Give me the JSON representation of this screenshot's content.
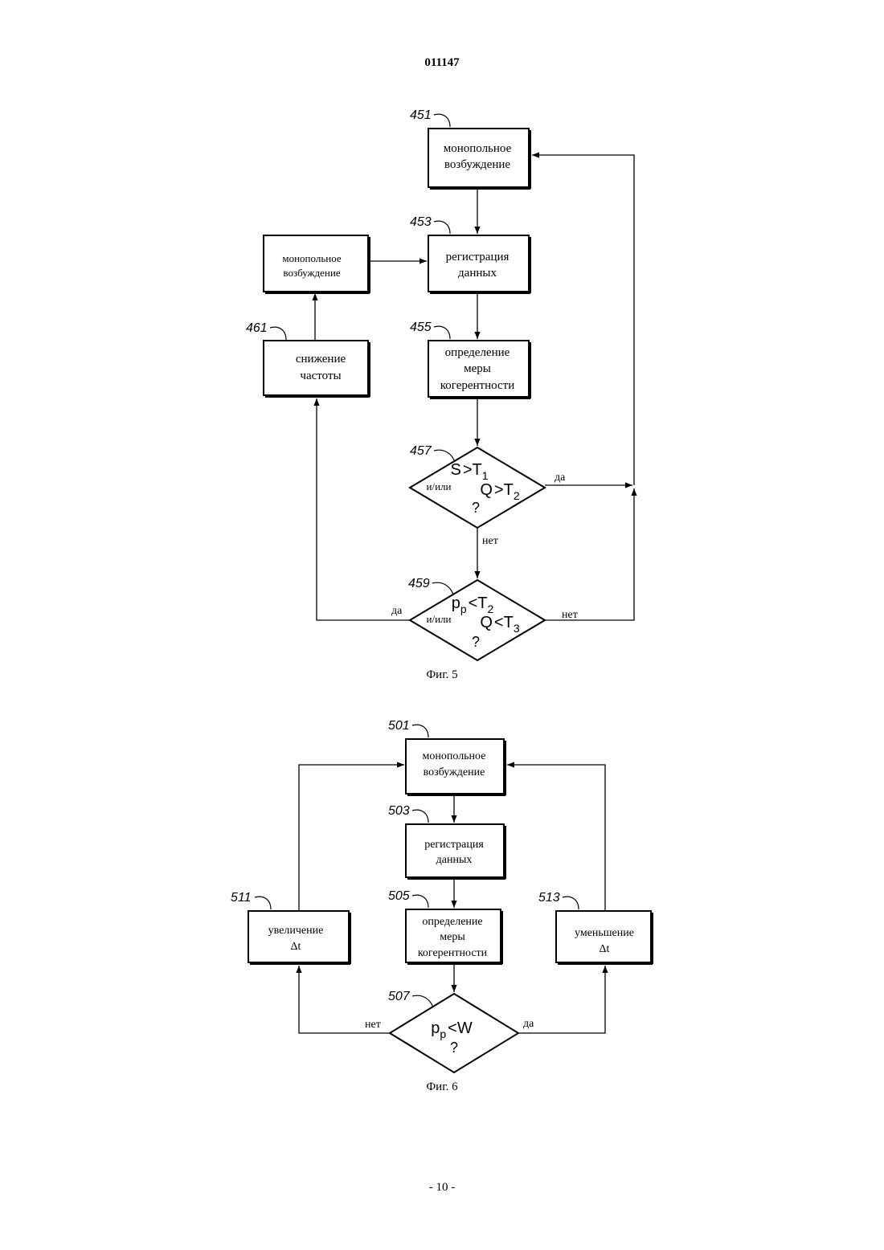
{
  "header": {
    "doc_number": "011147"
  },
  "footer": {
    "page": "- 10 -"
  },
  "fig5": {
    "caption": "Фиг. 5",
    "b451": {
      "ref": "451",
      "line1": "монопольное",
      "line2": "возбуждение"
    },
    "b453": {
      "ref": "453",
      "line1": "регистрация",
      "line2": "данных"
    },
    "b455": {
      "ref": "455",
      "line1": "определение",
      "line2": "меры",
      "line3": "когерентности"
    },
    "b461": {
      "ref": "461",
      "line1": "снижение",
      "line2": "частоты"
    },
    "bleft": {
      "line1": "монопольное",
      "line2": "возбуждение"
    },
    "d457": {
      "ref": "457",
      "c1": "S",
      "op1": ">",
      "t1": "T",
      "t1sub": "1",
      "or": "и/или",
      "c2": "Q",
      "op2": ">",
      "t2": "T",
      "t2sub": "2",
      "q": "?",
      "yes": "да",
      "no": "нет"
    },
    "d459": {
      "ref": "459",
      "c1": "p",
      "c1sub": "p",
      "op1": "<",
      "t1": "T",
      "t1sub": "2",
      "or": "и/или",
      "c2": "Q",
      "op2": "<",
      "t2": "T",
      "t2sub": "3",
      "q": "?",
      "yes": "да",
      "no": "нет"
    }
  },
  "fig6": {
    "caption": "Фиг. 6",
    "b501": {
      "ref": "501",
      "line1": "монопольное",
      "line2": "возбуждение"
    },
    "b503": {
      "ref": "503",
      "line1": "регистрация",
      "line2": "данных"
    },
    "b505": {
      "ref": "505",
      "line1": "определение",
      "line2": "меры",
      "line3": "когерентности"
    },
    "b511": {
      "ref": "511",
      "line1": "увеличение",
      "line2": "Δt"
    },
    "b513": {
      "ref": "513",
      "line1": "уменьшение",
      "line2": "Δt"
    },
    "d507": {
      "ref": "507",
      "c1": "p",
      "c1sub": "p",
      "op1": "<",
      "t1": "W",
      "q": "?",
      "yes": "да",
      "no": "нет"
    }
  }
}
